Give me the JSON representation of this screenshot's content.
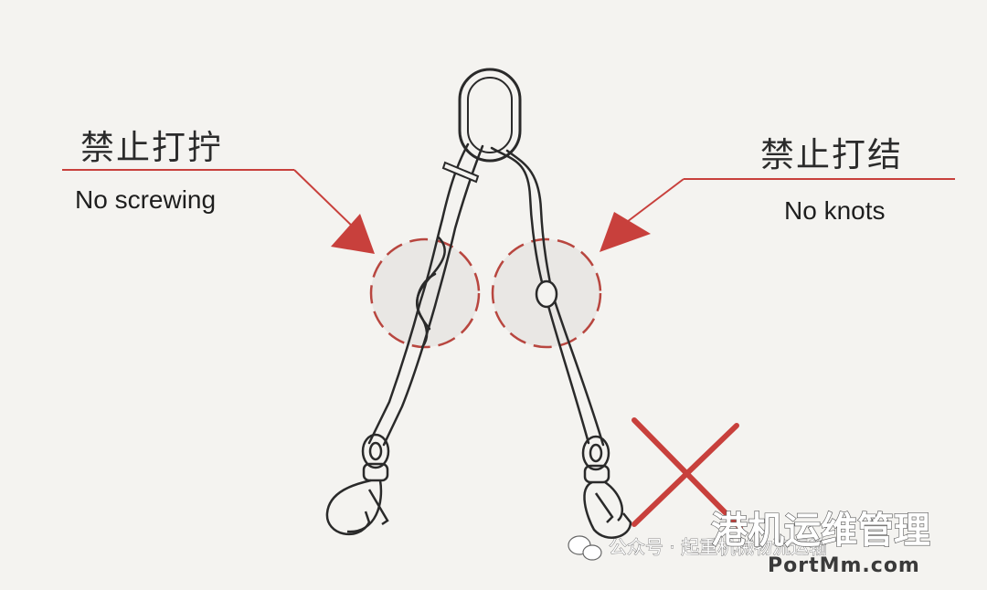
{
  "warnings": {
    "left": {
      "title": "禁止打拧",
      "subtitle": "No screwing"
    },
    "right": {
      "title": "禁止打结",
      "subtitle": "No knots"
    }
  },
  "watermark": {
    "account": "公众号 · 起重机械物流运输",
    "brand": "港机运维管理",
    "site": "PortMm.com"
  },
  "colors": {
    "background": "#f4f3f0",
    "arrow": "#c8403c",
    "cross": "#c8403c",
    "zone_fill": "#e9e7e4",
    "zone_border": "#b8463f",
    "line_art": "#2a2a2a"
  },
  "icons": [
    "wechat-icon"
  ]
}
